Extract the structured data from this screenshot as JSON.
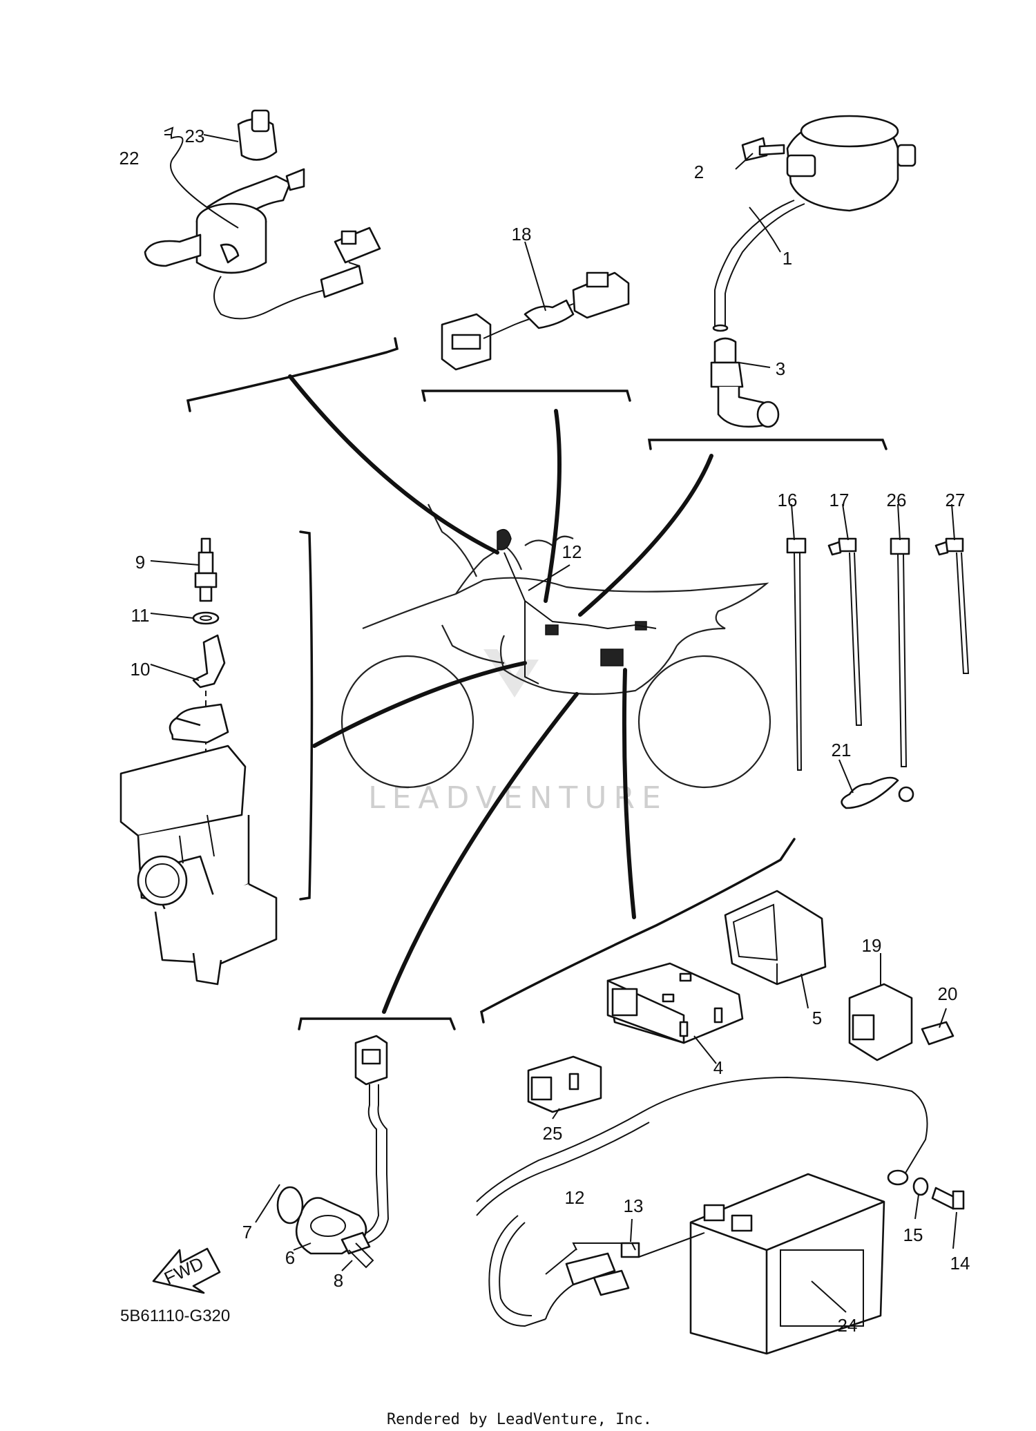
{
  "diagram": {
    "code": "5B61110-G320",
    "watermark": "LEADVENTURE",
    "credit": "Rendered by LeadVenture, Inc.",
    "fwd_label": "FWD"
  },
  "callouts": {
    "c1": "1",
    "c2": "2",
    "c3": "3",
    "c4": "4",
    "c5": "5",
    "c6": "6",
    "c7": "7",
    "c8": "8",
    "c9": "9",
    "c10": "10",
    "c11": "11",
    "c12a": "12",
    "c12b": "12",
    "c13": "13",
    "c14": "14",
    "c15": "15",
    "c16": "16",
    "c17": "17",
    "c18": "18",
    "c19": "19",
    "c20": "20",
    "c21": "21",
    "c22": "22",
    "c23": "23",
    "c24": "24",
    "c25": "25",
    "c26": "26",
    "c27": "27"
  },
  "icons": [
    "main-switch-icon",
    "ignition-coil-icon",
    "plug-cap-icon",
    "spark-plug-icon",
    "carburetor-icon",
    "motorcycle-icon",
    "cable-tie-icon",
    "neutral-switch-icon",
    "cdi-unit-icon",
    "relay-icon",
    "battery-icon",
    "fuse-icon"
  ]
}
